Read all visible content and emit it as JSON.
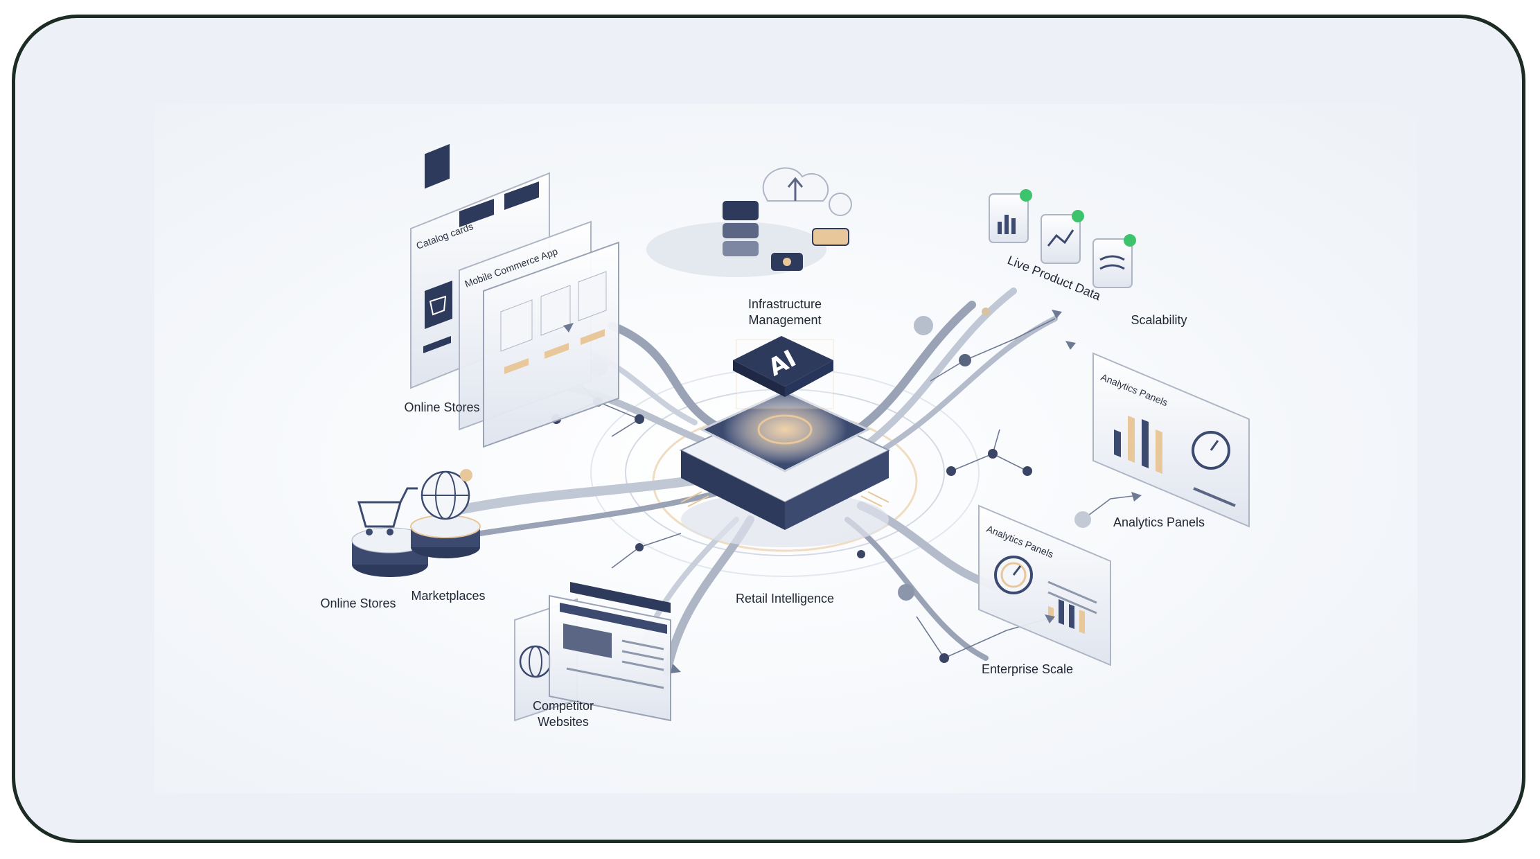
{
  "diagram": {
    "center_badge": "AI",
    "labels": {
      "infrastructure_management_line1": "Infrastructure",
      "infrastructure_management_line2": "Management",
      "live_product_data": "Live Product Data",
      "scalability": "Scalability",
      "online_stores_top": "Online Stores",
      "online_stores_bottom": "Online Stores",
      "marketplaces": "Marketplaces",
      "retail_intelligence": "Retail Intelligence",
      "analytics_panels_right": "Analytics Panels",
      "enterprise_scale": "Enterprise Scale",
      "competitor_websites_line1": "Competitor",
      "competitor_websites_line2": "Websites"
    },
    "card_titles": {
      "catalog_cards": "Catalog cards",
      "mobile_commerce_app": "Mobile Commerce App",
      "analytics_panels_upper": "Analytics Panels",
      "analytics_panels_lower": "Analytics Panels"
    },
    "colors": {
      "navy": "#2e3a5c",
      "accent_gold": "#e8c79a",
      "check_green": "#3cc36b",
      "flow_gray": "#8f99ad"
    }
  }
}
